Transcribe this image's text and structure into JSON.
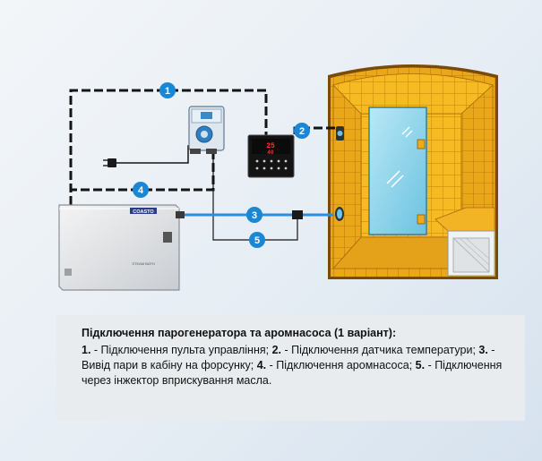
{
  "badges": {
    "b1": "1",
    "b2": "2",
    "b3": "3",
    "b4": "4",
    "b5": "5"
  },
  "labels": {
    "generator_brand": "COASTO",
    "pump_label": "STEAM BATH"
  },
  "display": {
    "top_reading": "25",
    "bottom_reading": "40"
  },
  "caption": {
    "title": "Підключення парогенератора та аромнасоса (1 варіант):",
    "item1_num": "1.",
    "item1_text": " - Підключення пульта управління; ",
    "item2_num": "2.",
    "item2_text": " - Підключення датчика температури; ",
    "item3_num": "3.",
    "item3_text": " - Вивід пари в кабіну на форсунку; ",
    "item4_num": "4.",
    "item4_text": " - Підключення аромнасоса; ",
    "item5_num": "5.",
    "item5_text": " - Підключення через інжектор вприскування масла."
  },
  "colors": {
    "badge": "#1a86d6",
    "pipe": "#2a8ee0",
    "tile": "#f5b820",
    "tile_grout": "#d08a10",
    "glass": "#8fd4ea"
  }
}
